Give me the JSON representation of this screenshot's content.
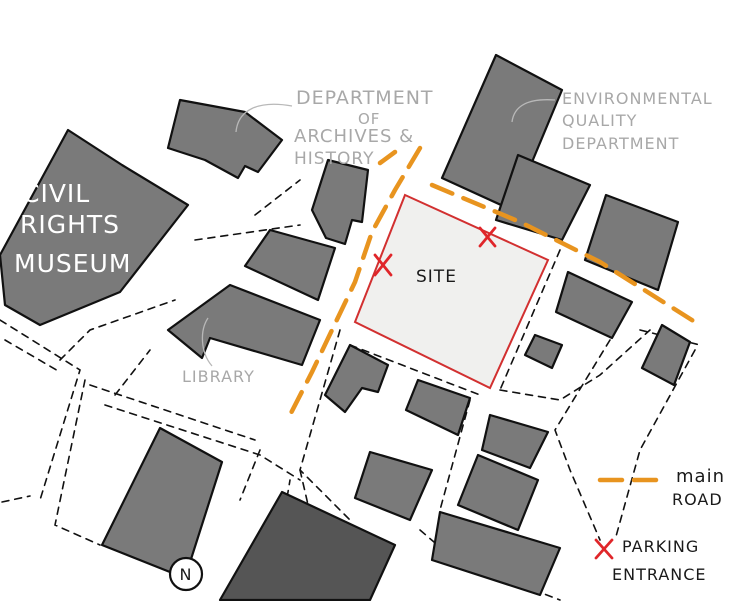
{
  "colors": {
    "building": "#7a7a7a",
    "building_dark": "#555555",
    "main_road": "#e8941f",
    "parking_mark": "#e0262a",
    "site_fill": "#f0f0ee",
    "site_outline": "#d23030"
  },
  "labels": {
    "civil_rights": [
      "CIVIL",
      "RIGHTS",
      "MUSEUM"
    ],
    "archives": [
      "DEPARTMENT",
      "OF",
      "ARCHIVES &",
      "HISTORY"
    ],
    "environmental": [
      "ENVIRONMENTAL",
      "QUALITY",
      "DEPARTMENT"
    ],
    "library": "LIBRARY",
    "site": "SITE"
  },
  "legend": {
    "main_road_line1": "main",
    "main_road_line2": "ROAD",
    "parking_line1": "PARKING",
    "parking_line2": "ENTRANCE"
  },
  "north_arrow": {
    "icon": "north-compass-icon",
    "letter": "N"
  }
}
